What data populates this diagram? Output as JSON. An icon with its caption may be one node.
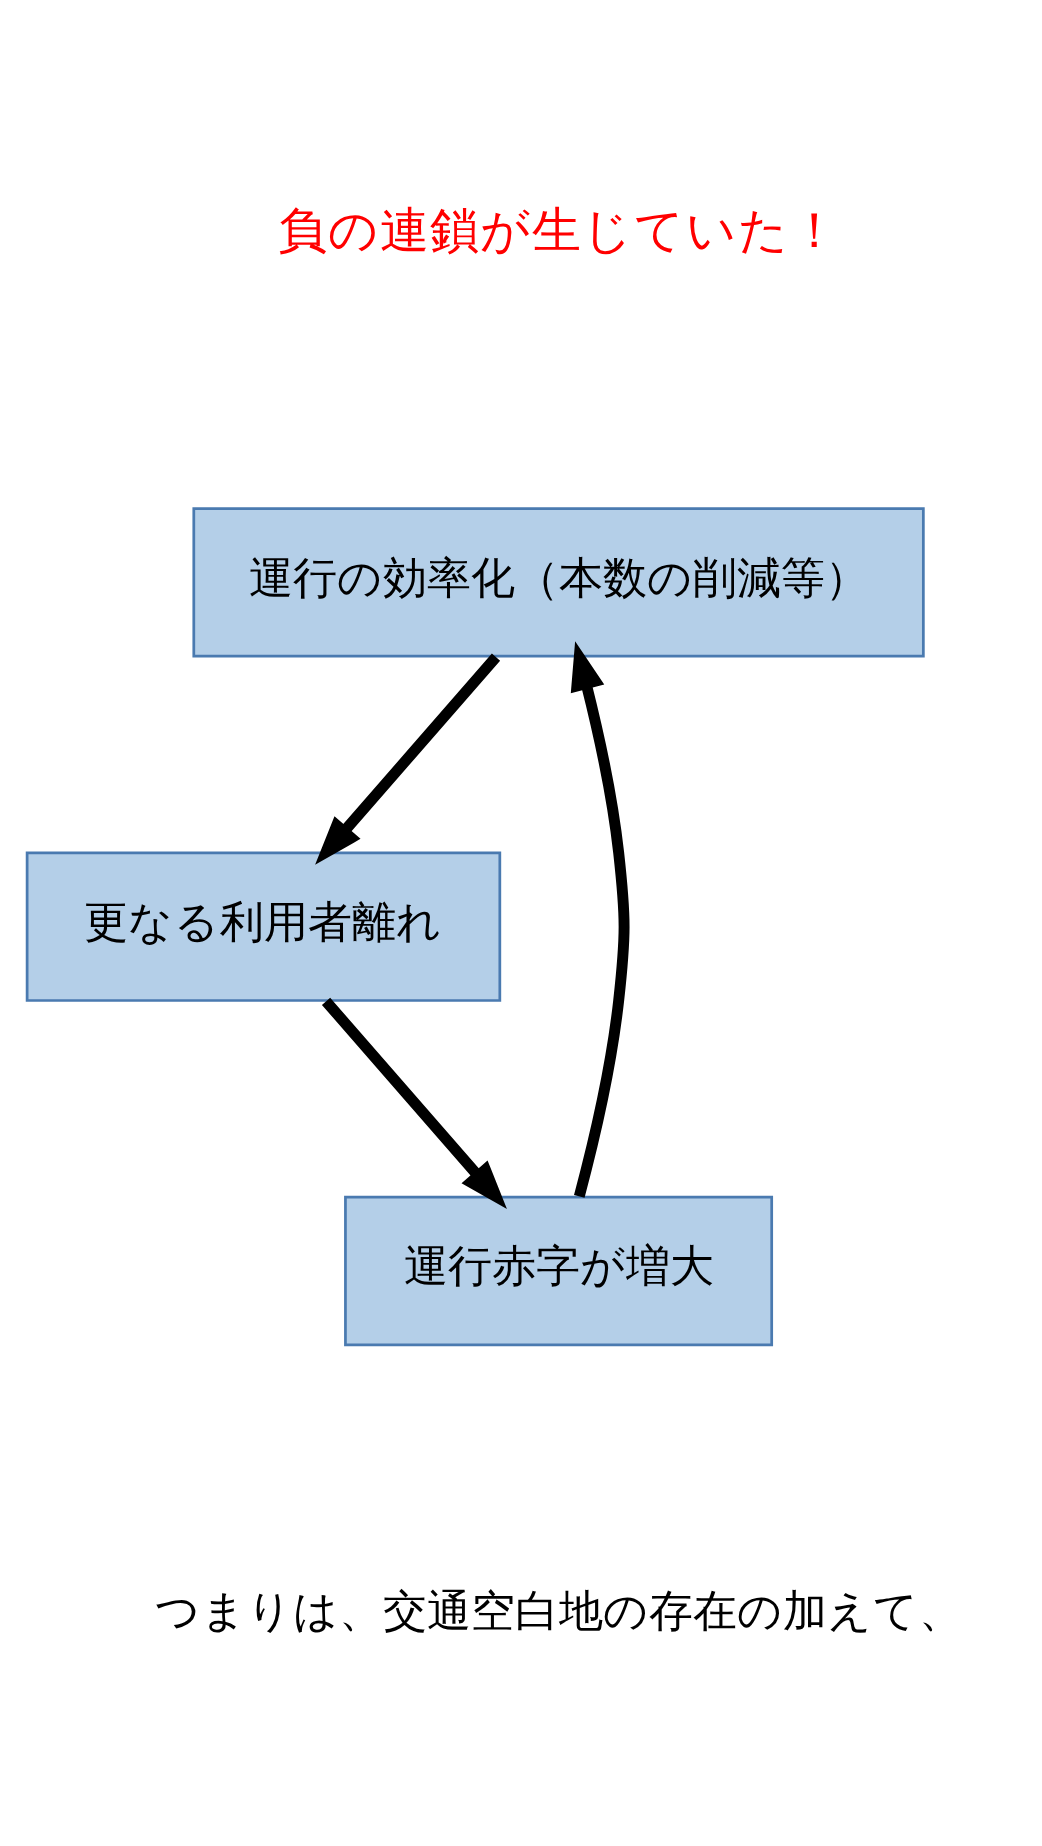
{
  "diagram": {
    "nodes": [
      {
        "text": [
          "運行の効率化（本数の削減等）"
        ]
      },
      {
        "text": [
          "更なる利用者離れ"
        ]
      },
      {
        "text": [
          "運行赤字が増大"
        ]
      }
    ],
    "edges": [
      {
        "from": 0,
        "to": 1,
        "arrow": "to"
      },
      {
        "from": 1,
        "to": 2,
        "arrow": "to"
      },
      {
        "from": 2,
        "to": 0,
        "arrow": "to"
      }
    ],
    "labels": [
      "つまりは、交通空白地の存在の加えて、",
      "負の連鎖が生じていた！"
    ]
  }
}
